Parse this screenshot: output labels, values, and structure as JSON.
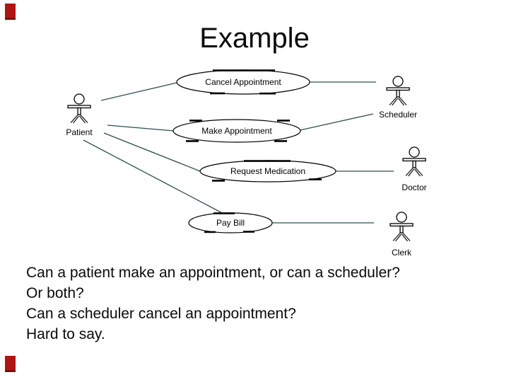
{
  "slide": {
    "title": "Example",
    "decorations": {
      "accent_color": "#b01513",
      "accent_shadow_color": "#7a0d0c"
    },
    "diagram": {
      "type": "uml-use-case",
      "line_color": "#2F4F4F",
      "use_cases": [
        {
          "label": "Cancel Appointment"
        },
        {
          "label": "Make Appointment"
        },
        {
          "label": "Request Medication"
        },
        {
          "label": "Pay Bill"
        }
      ],
      "actors": [
        {
          "label": "Patient"
        },
        {
          "label": "Scheduler"
        },
        {
          "label": "Doctor"
        },
        {
          "label": "Clerk"
        }
      ],
      "connections": [
        {
          "from": "Patient",
          "to": "Cancel Appointment"
        },
        {
          "from": "Patient",
          "to": "Make Appointment"
        },
        {
          "from": "Patient",
          "to": "Request Medication"
        },
        {
          "from": "Patient",
          "to": "Pay Bill"
        },
        {
          "from": "Cancel Appointment",
          "to": "Scheduler"
        },
        {
          "from": "Make Appointment",
          "to": "Scheduler"
        },
        {
          "from": "Request Medication",
          "to": "Doctor"
        },
        {
          "from": "Pay Bill",
          "to": "Clerk"
        }
      ]
    },
    "body_text": {
      "lines": [
        "Can a patient make an appointment, or can a scheduler?",
        "Or both?",
        "Can a scheduler cancel an appointment?",
        "Hard to say."
      ]
    }
  }
}
